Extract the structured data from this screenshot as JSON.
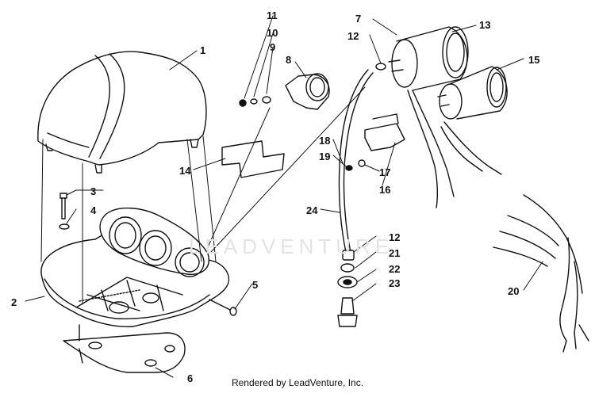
{
  "watermark": "LEADVENTURE",
  "footer": "Rendered by LeadVenture, Inc.",
  "callouts": [
    "1",
    "2",
    "3",
    "4",
    "5",
    "6",
    "7",
    "8",
    "9",
    "10",
    "11",
    "12",
    "13",
    "14",
    "15",
    "16",
    "17",
    "18",
    "19",
    "20",
    "21",
    "22",
    "23",
    "24",
    "12"
  ]
}
